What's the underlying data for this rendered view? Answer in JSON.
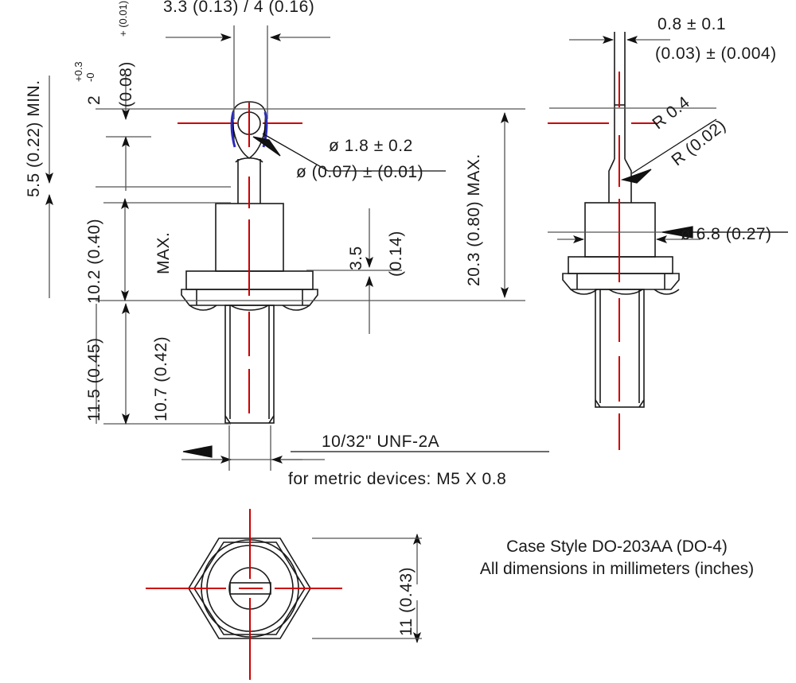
{
  "drawing": {
    "title_line1": "Case Style DO-203AA (DO-4)",
    "title_line2": "All dimensions in millimeters (inches)",
    "colors": {
      "outline": "#1a1a1a",
      "centerline": "#cc0000",
      "accent_blue": "#2b2bbb",
      "dim_line": "#555555",
      "text": "#1a1a1a"
    }
  },
  "dimensions": {
    "top_width": "3.3 (0.13) / 4 (0.16)",
    "lug_thickness_mm": "2",
    "lug_tol_plus": "+0.3",
    "lug_tol_minus": "-0",
    "lug_thickness_in": "(0.08)",
    "lug_tol_in_plus": "+ (0.01)",
    "left_overall": "5.5 (0.22) MIN.",
    "body_height": "10.2 (0.40)",
    "body_height_note": "MAX.",
    "stud_overall": "11.5 (0.45)",
    "stud_length": "10.7 (0.42)",
    "flange_thickness": "3.5",
    "flange_thickness_in": "(0.14)",
    "total_height": "20.3 (0.80) MAX.",
    "hole_dia_mm": "ø 1.8 ± 0.2",
    "hole_dia_in": "ø (0.07) ± (0.01)",
    "thread_spec": "10/32\" UNF-2A",
    "thread_metric": "for metric devices: M5 X 0.8",
    "hex_across": "11 (0.43)"
  },
  "side_view": {
    "blade_thickness_mm": "0.8 ± 0.1",
    "blade_thickness_in": "(0.03) ± (0.004)",
    "radius_mm": "R 0.4",
    "radius_in": "R (0.02)",
    "body_dia": "ø 6.8 (0.27)"
  },
  "icons": {
    "arrow": "dimension-arrow",
    "centerline": "centerline-mark"
  }
}
